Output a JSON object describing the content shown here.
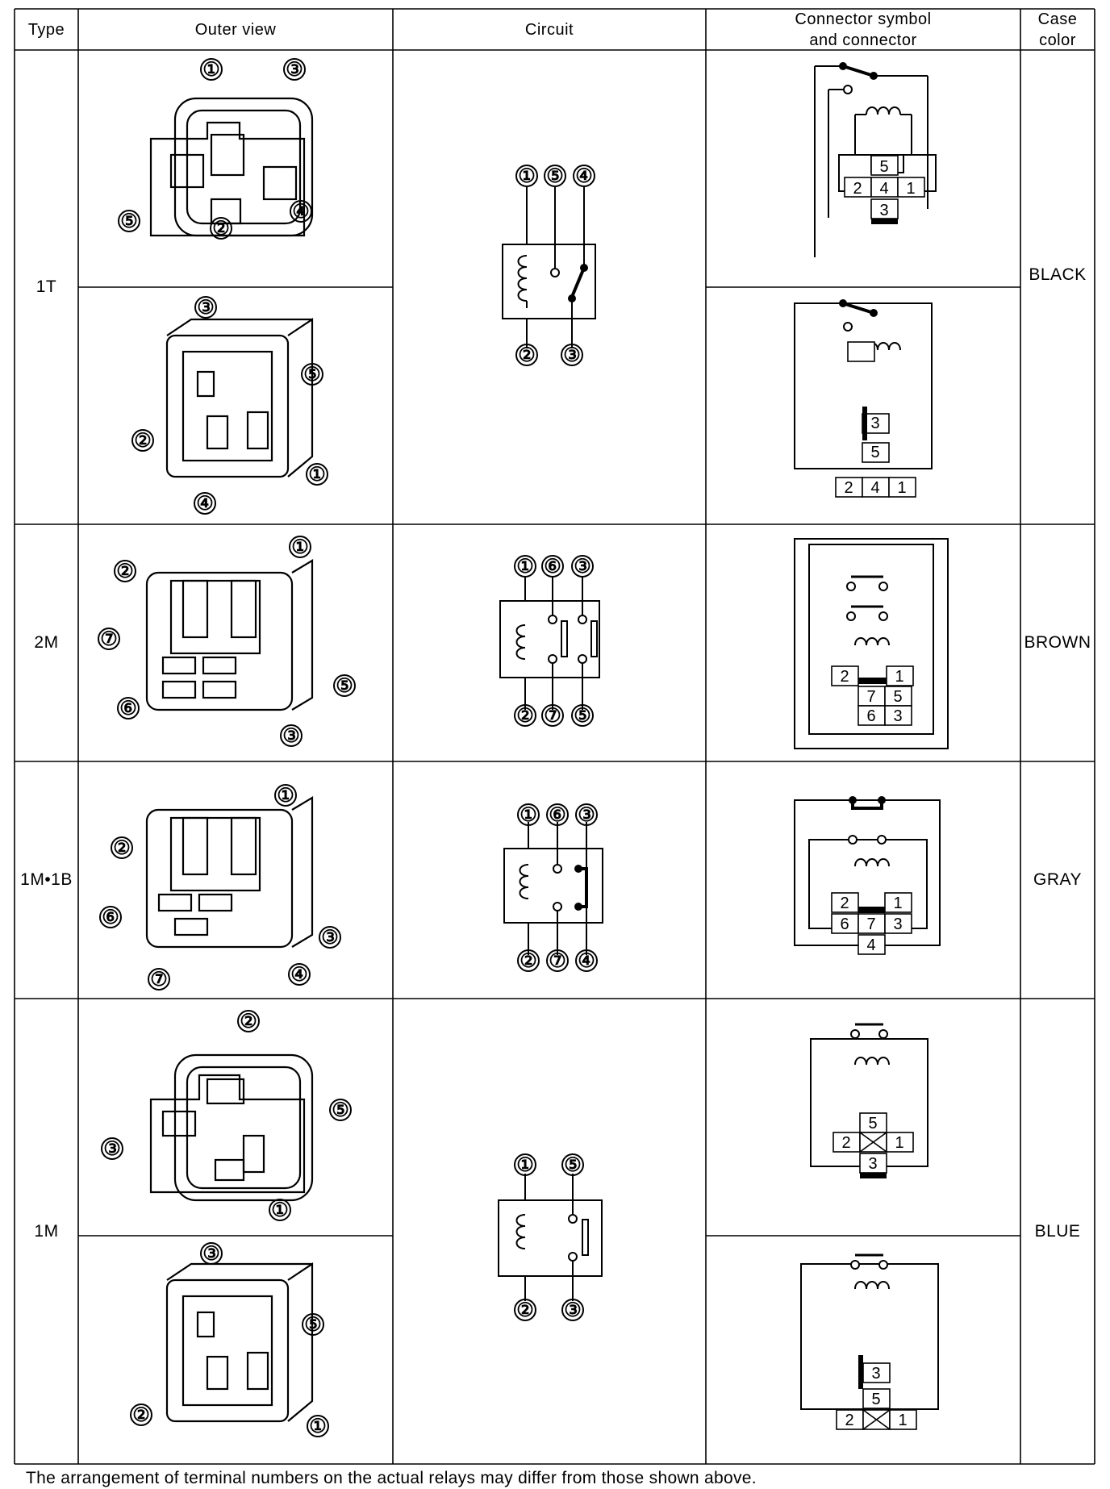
{
  "header": {
    "type": "Type",
    "outer_view": "Outer view",
    "circuit": "Circuit",
    "connector_line1": "Connector symbol",
    "connector_line2": "and connector",
    "case_line1": "Case",
    "case_line2": "color"
  },
  "rows": [
    {
      "type": "1T",
      "case_color": "BLACK",
      "outer_labels_a": [
        "①",
        "③",
        "⑤",
        "②",
        "④"
      ],
      "outer_labels_b": [
        "③",
        "⑤",
        "②",
        "①",
        "④"
      ],
      "circuit_top": [
        "①",
        "⑤",
        "④"
      ],
      "circuit_bottom": [
        "②",
        "③"
      ],
      "connector_a": [
        "5",
        "2",
        "4",
        "1",
        "3"
      ],
      "connector_b": [
        "3",
        "5",
        "2",
        "4",
        "1"
      ]
    },
    {
      "type": "2M",
      "case_color": "BROWN",
      "outer_labels": [
        "②",
        "①",
        "⑦",
        "⑤",
        "⑥",
        "③"
      ],
      "circuit_top": [
        "①",
        "⑥",
        "③"
      ],
      "circuit_bottom": [
        "②",
        "⑦",
        "⑤"
      ],
      "connector": [
        "2",
        "1",
        "7",
        "5",
        "6",
        "3"
      ]
    },
    {
      "type": "1M•1B",
      "case_color": "GRAY",
      "outer_labels": [
        "①",
        "②",
        "⑥",
        "③",
        "⑦",
        "④"
      ],
      "circuit_top": [
        "①",
        "⑥",
        "③"
      ],
      "circuit_bottom": [
        "②",
        "⑦",
        "④"
      ],
      "connector": [
        "2",
        "1",
        "6",
        "7",
        "3",
        "4"
      ]
    },
    {
      "type": "1M",
      "case_color": "BLUE",
      "outer_labels_a": [
        "②",
        "⑤",
        "③",
        "①"
      ],
      "outer_labels_b": [
        "③",
        "⑤",
        "②",
        "①"
      ],
      "circuit_top": [
        "①",
        "⑤"
      ],
      "circuit_bottom": [
        "②",
        "③"
      ],
      "connector_a": [
        "5",
        "2",
        "1",
        "3"
      ],
      "connector_b": [
        "3",
        "5",
        "2",
        "1"
      ]
    }
  ],
  "footnote": "The arrangement of terminal numbers on the actual relays may differ from those shown above."
}
